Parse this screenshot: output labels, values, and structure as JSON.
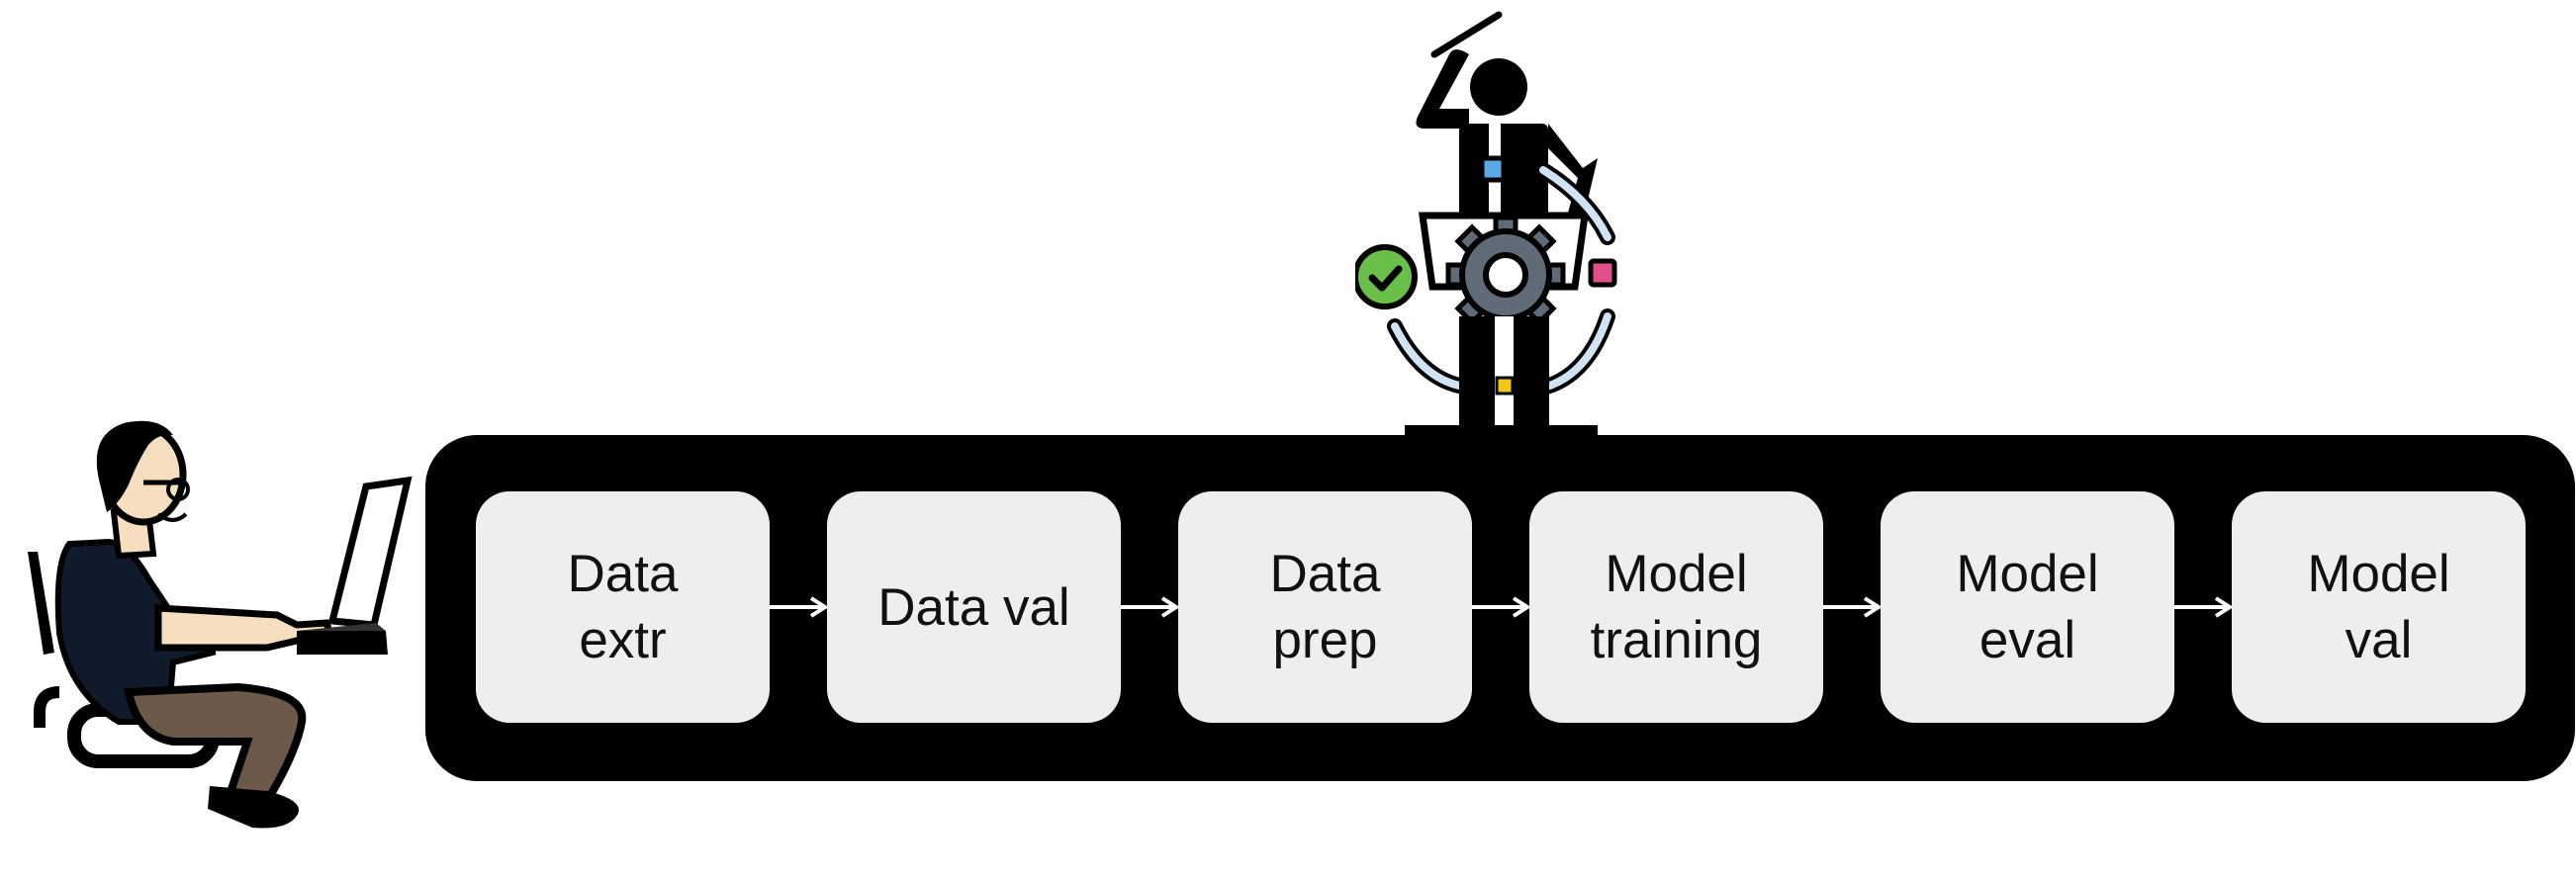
{
  "stages": [
    {
      "label": "Data\nextr"
    },
    {
      "label": "Data val"
    },
    {
      "label": "Data\nprep"
    },
    {
      "label": "Model\ntraining"
    },
    {
      "label": "Model\neval"
    },
    {
      "label": "Model\nval"
    }
  ],
  "icons": {
    "person": "person-at-laptop-icon",
    "engineer": "ml-engineer-gear-icon"
  },
  "colors": {
    "container": "#000000",
    "stage_fill": "#eeeeee",
    "gear": "#5f6b76",
    "check": "#6abf4b",
    "accent_blue": "#5aa9e6",
    "accent_pink": "#e0508a",
    "accent_yellow": "#f5c518",
    "shirt": "#0f1a2a",
    "pants": "#6b5a4a",
    "skin": "#f6dfbf"
  }
}
